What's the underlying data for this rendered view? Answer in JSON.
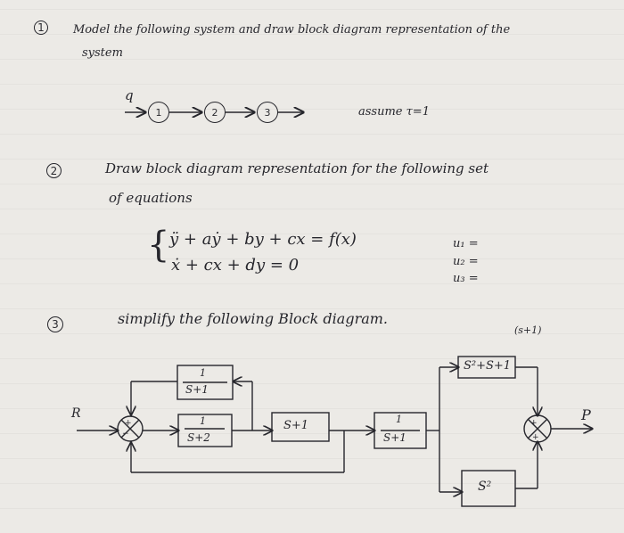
{
  "q1": {
    "number": "1",
    "text_line1": "Model the following system and draw block diagram representation of the",
    "text_line2": "system",
    "flow_label": "q",
    "tanks": [
      "1",
      "2",
      "3"
    ],
    "assumption": "assume τ=1"
  },
  "q2": {
    "number": "2",
    "text_line1": "Draw block diagram representation for the following set",
    "text_line2": "of equations",
    "eq1": "ÿ + aẏ + by + cx = f(x)",
    "eq2": "ẋ + cx + dy = 0",
    "u1": "u₁ =",
    "u2": "u₂ =",
    "u3": "u₃ ="
  },
  "q3": {
    "number": "3",
    "text": "simplify the following Block diagram.",
    "note": "(s+1)",
    "input_label": "R",
    "output_label": "P",
    "blocks": {
      "b1_num": "1",
      "b1_den": "S+1",
      "b2_num": "1",
      "b2_den": "S+2",
      "b3": "S+1",
      "b4_num": "1",
      "b4_den": "S+1",
      "b5": "S²+S+1",
      "b6": "S²"
    }
  }
}
